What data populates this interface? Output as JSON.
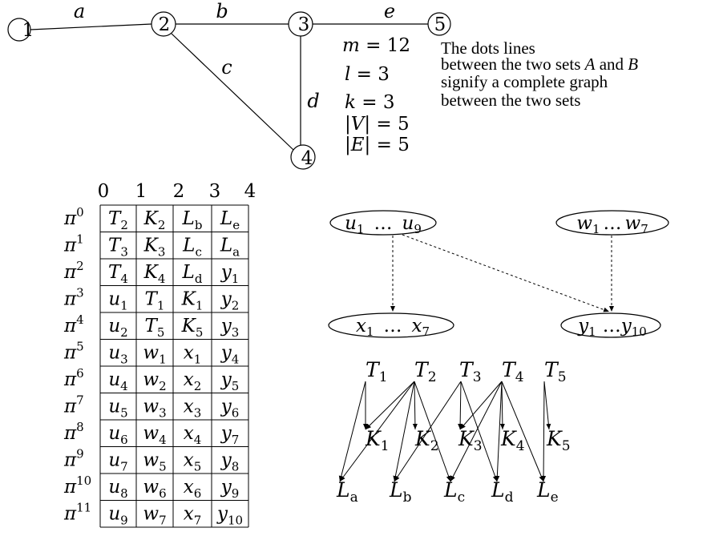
{
  "graph": {
    "nodes": [
      {
        "id": "1",
        "label": "1"
      },
      {
        "id": "2",
        "label": "2"
      },
      {
        "id": "3",
        "label": "3"
      },
      {
        "id": "4",
        "label": "4"
      },
      {
        "id": "5",
        "label": "5"
      }
    ],
    "edges": [
      {
        "from": "1",
        "to": "2",
        "label": "a"
      },
      {
        "from": "2",
        "to": "3",
        "label": "b"
      },
      {
        "from": "2",
        "to": "4",
        "label": "c"
      },
      {
        "from": "3",
        "to": "4",
        "label": "d"
      },
      {
        "from": "3",
        "to": "5",
        "label": "e"
      }
    ],
    "params": [
      {
        "name": "m",
        "value": "12"
      },
      {
        "name": "l",
        "value": "3"
      },
      {
        "name": "k",
        "value": "3"
      },
      {
        "name": "|V|",
        "value": "5"
      },
      {
        "name": "|E|",
        "value": "5"
      }
    ]
  },
  "note": {
    "line1": "The dots lines",
    "line2_prefix": "between the two sets ",
    "set_a": "A",
    "line2_mid": " and ",
    "set_b": "B",
    "line3": "signify a complete graph",
    "line4": "between the two sets"
  },
  "table": {
    "columns": [
      "0",
      "1",
      "2",
      "3",
      "4"
    ],
    "rows": [
      {
        "label": "π",
        "sup": "0",
        "cells": [
          [
            "T",
            "2"
          ],
          [
            "K",
            "2"
          ],
          [
            "L",
            "b"
          ],
          [
            "L",
            "e"
          ]
        ]
      },
      {
        "label": "π",
        "sup": "1",
        "cells": [
          [
            "T",
            "3"
          ],
          [
            "K",
            "3"
          ],
          [
            "L",
            "c"
          ],
          [
            "L",
            "a"
          ]
        ]
      },
      {
        "label": "π",
        "sup": "2",
        "cells": [
          [
            "T",
            "4"
          ],
          [
            "K",
            "4"
          ],
          [
            "L",
            "d"
          ],
          [
            "y",
            "1"
          ]
        ]
      },
      {
        "label": "π",
        "sup": "3",
        "cells": [
          [
            "u",
            "1"
          ],
          [
            "T",
            "1"
          ],
          [
            "K",
            "1"
          ],
          [
            "y",
            "2"
          ]
        ]
      },
      {
        "label": "π",
        "sup": "4",
        "cells": [
          [
            "u",
            "2"
          ],
          [
            "T",
            "5"
          ],
          [
            "K",
            "5"
          ],
          [
            "y",
            "3"
          ]
        ]
      },
      {
        "label": "π",
        "sup": "5",
        "cells": [
          [
            "u",
            "3"
          ],
          [
            "w",
            "1"
          ],
          [
            "x",
            "1"
          ],
          [
            "y",
            "4"
          ]
        ]
      },
      {
        "label": "π",
        "sup": "6",
        "cells": [
          [
            "u",
            "4"
          ],
          [
            "w",
            "2"
          ],
          [
            "x",
            "2"
          ],
          [
            "y",
            "5"
          ]
        ]
      },
      {
        "label": "π",
        "sup": "7",
        "cells": [
          [
            "u",
            "5"
          ],
          [
            "w",
            "3"
          ],
          [
            "x",
            "3"
          ],
          [
            "y",
            "6"
          ]
        ]
      },
      {
        "label": "π",
        "sup": "8",
        "cells": [
          [
            "u",
            "6"
          ],
          [
            "w",
            "4"
          ],
          [
            "x",
            "4"
          ],
          [
            "y",
            "7"
          ]
        ]
      },
      {
        "label": "π",
        "sup": "9",
        "cells": [
          [
            "u",
            "7"
          ],
          [
            "w",
            "5"
          ],
          [
            "x",
            "5"
          ],
          [
            "y",
            "8"
          ]
        ]
      },
      {
        "label": "π",
        "sup": "10",
        "cells": [
          [
            "u",
            "8"
          ],
          [
            "w",
            "6"
          ],
          [
            "x",
            "6"
          ],
          [
            "y",
            "9"
          ]
        ]
      },
      {
        "label": "π",
        "sup": "11",
        "cells": [
          [
            "u",
            "9"
          ],
          [
            "w",
            "7"
          ],
          [
            "x",
            "7"
          ],
          [
            "y",
            "10"
          ]
        ]
      }
    ]
  },
  "sets": {
    "u": {
      "a": "u",
      "a_sub": "1",
      "dots": "…",
      "b": "u",
      "b_sub": "9"
    },
    "w": {
      "a": "w",
      "a_sub": "1",
      "dots": "…",
      "b": "w",
      "b_sub": "7"
    },
    "x": {
      "a": "x",
      "a_sub": "1",
      "dots": "…",
      "b": "x",
      "b_sub": "7"
    },
    "y": {
      "a": "y",
      "a_sub": "1",
      "dots": "…",
      "b": "y",
      "b_sub": "10"
    }
  },
  "bipartite": {
    "top": [
      {
        "v": "T",
        "s": "1"
      },
      {
        "v": "T",
        "s": "2"
      },
      {
        "v": "T",
        "s": "3"
      },
      {
        "v": "T",
        "s": "4"
      },
      {
        "v": "T",
        "s": "5"
      }
    ],
    "middle": [
      {
        "v": "K",
        "s": "1"
      },
      {
        "v": "K",
        "s": "2"
      },
      {
        "v": "K",
        "s": "3"
      },
      {
        "v": "K",
        "s": "4"
      },
      {
        "v": "K",
        "s": "5"
      }
    ],
    "bottom": [
      {
        "v": "L",
        "s": "a"
      },
      {
        "v": "L",
        "s": "b"
      },
      {
        "v": "L",
        "s": "c"
      },
      {
        "v": "L",
        "s": "d"
      },
      {
        "v": "L",
        "s": "e"
      }
    ]
  }
}
